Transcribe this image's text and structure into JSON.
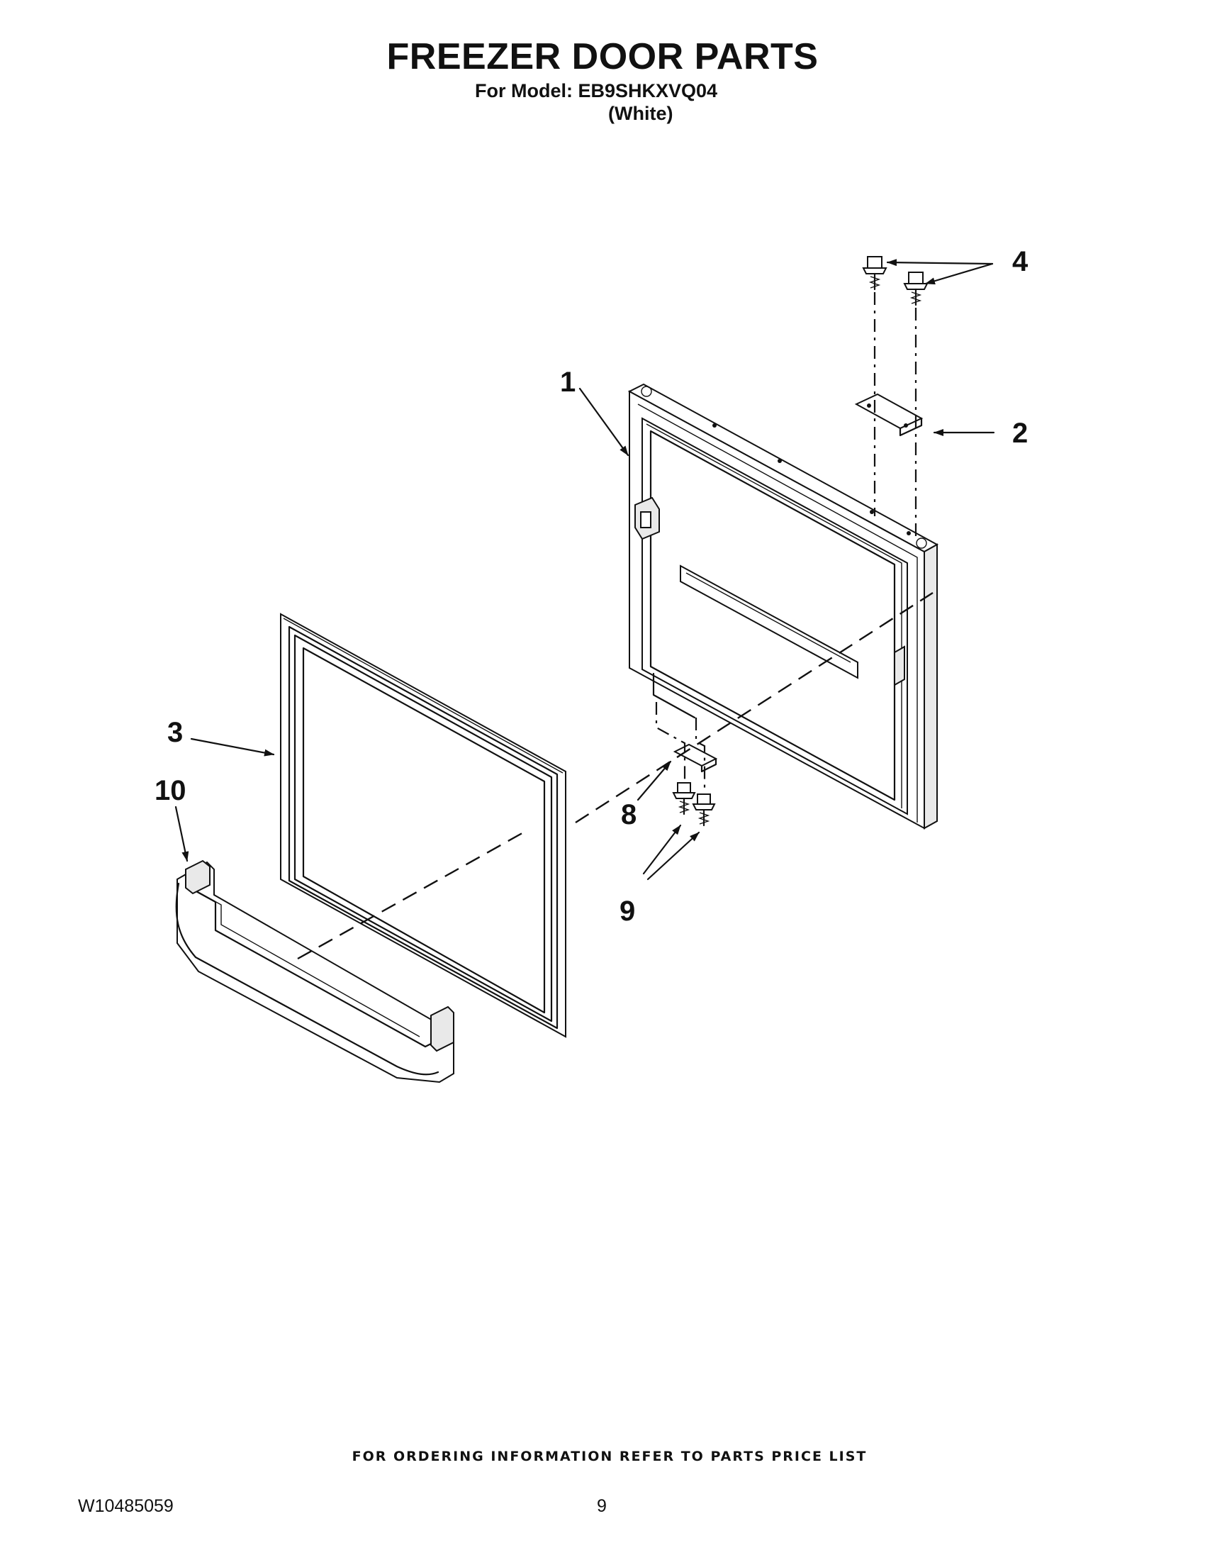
{
  "header": {
    "title": "FREEZER DOOR PARTS",
    "model_line": "For Model: EB9SHKXVQ04",
    "color_line": "(White)"
  },
  "callouts": [
    {
      "id": "1",
      "label": "1"
    },
    {
      "id": "2",
      "label": "2"
    },
    {
      "id": "3",
      "label": "3"
    },
    {
      "id": "4",
      "label": "4"
    },
    {
      "id": "8",
      "label": "8"
    },
    {
      "id": "9",
      "label": "9"
    },
    {
      "id": "10",
      "label": "10"
    }
  ],
  "footer": {
    "ordering_info": "FOR ORDERING INFORMATION REFER TO PARTS PRICE LIST",
    "document_number": "W10485059",
    "page_number": "9"
  }
}
